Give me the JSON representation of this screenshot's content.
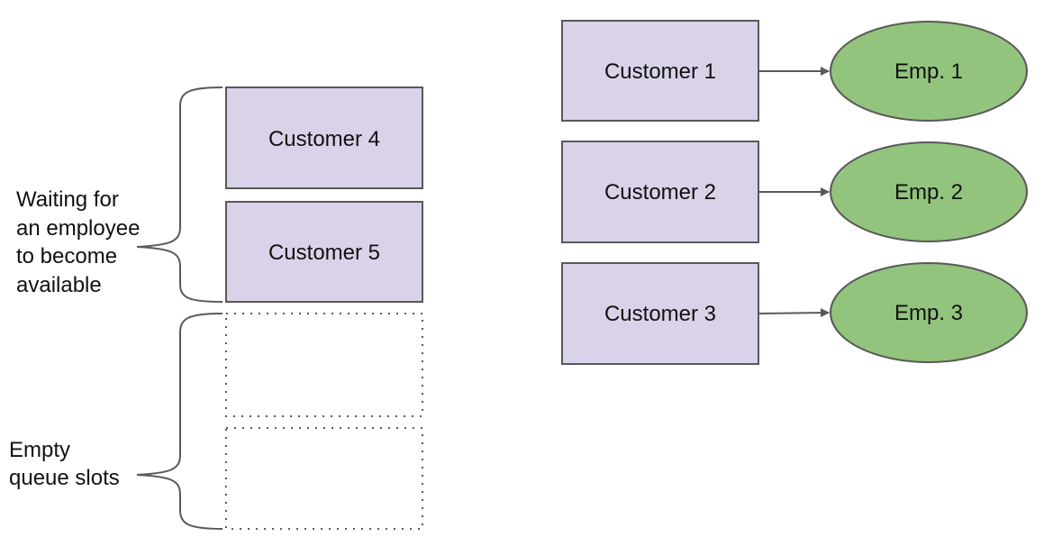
{
  "colors": {
    "customer_fill": "#d9d2e9",
    "employee_fill": "#93c47d",
    "stroke": "#595959",
    "text": "#111111"
  },
  "queue": {
    "customers": [
      "Customer 4",
      "Customer 5"
    ],
    "empty_slot_count": 2,
    "waiting_label": [
      "Waiting for",
      "an employee",
      "to become",
      "available"
    ],
    "empty_label": [
      "Empty",
      "queue slots"
    ]
  },
  "service": {
    "customers": [
      "Customer 1",
      "Customer 2",
      "Customer 3"
    ],
    "employees": [
      "Emp. 1",
      "Emp. 2",
      "Emp. 3"
    ]
  }
}
